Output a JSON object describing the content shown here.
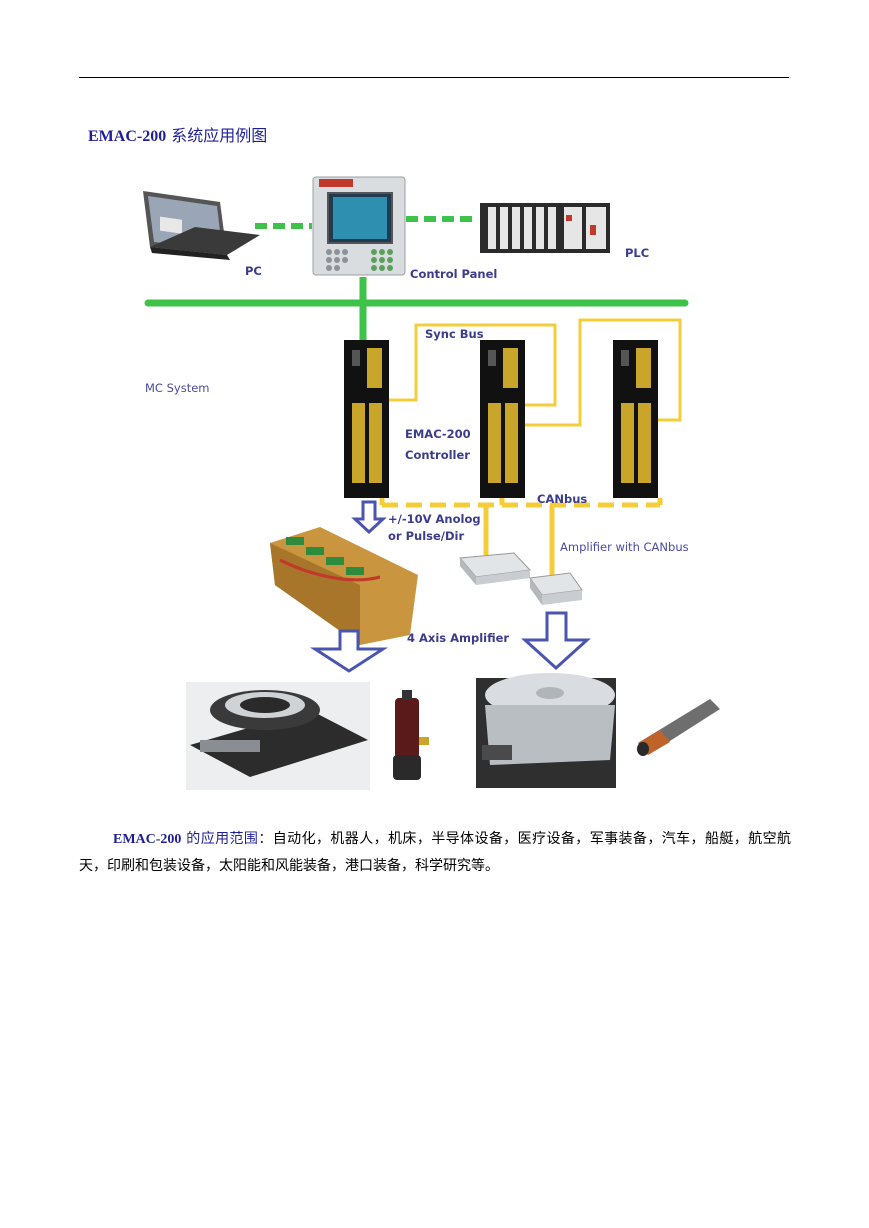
{
  "header_rule": true,
  "heading": {
    "bold": "EMAC-200",
    "rest": " 系统应用例图"
  },
  "diagram": {
    "labels": {
      "pc": "PC",
      "control_panel": "Control Panel",
      "plc": "PLC",
      "mc_system": "MC System",
      "sync_bus": "Sync Bus",
      "controller_line1": "EMAC-200",
      "controller_line2": "Controller",
      "canbus": "CANbus",
      "analog_line1": "+/-10V Anolog",
      "analog_line2": "or Pulse/Dir",
      "amp_canbus": "Amplifier with CANbus",
      "four_axis": "4 Axis Amplifier"
    },
    "colors": {
      "ethernet": "#3ec24a",
      "sync": "#f5cd3a",
      "arrow": "#4a55b0"
    }
  },
  "paragraph": {
    "lead_bold": "EMAC-200",
    "lead_rest": " 的应用范围：",
    "body": "自动化，机器人，机床，半导体设备，医疗设备，军事装备，汽车，船艇，航空航天，印刷和包装设备，太阳能和风能装备，港口装备，科学研究等。"
  }
}
